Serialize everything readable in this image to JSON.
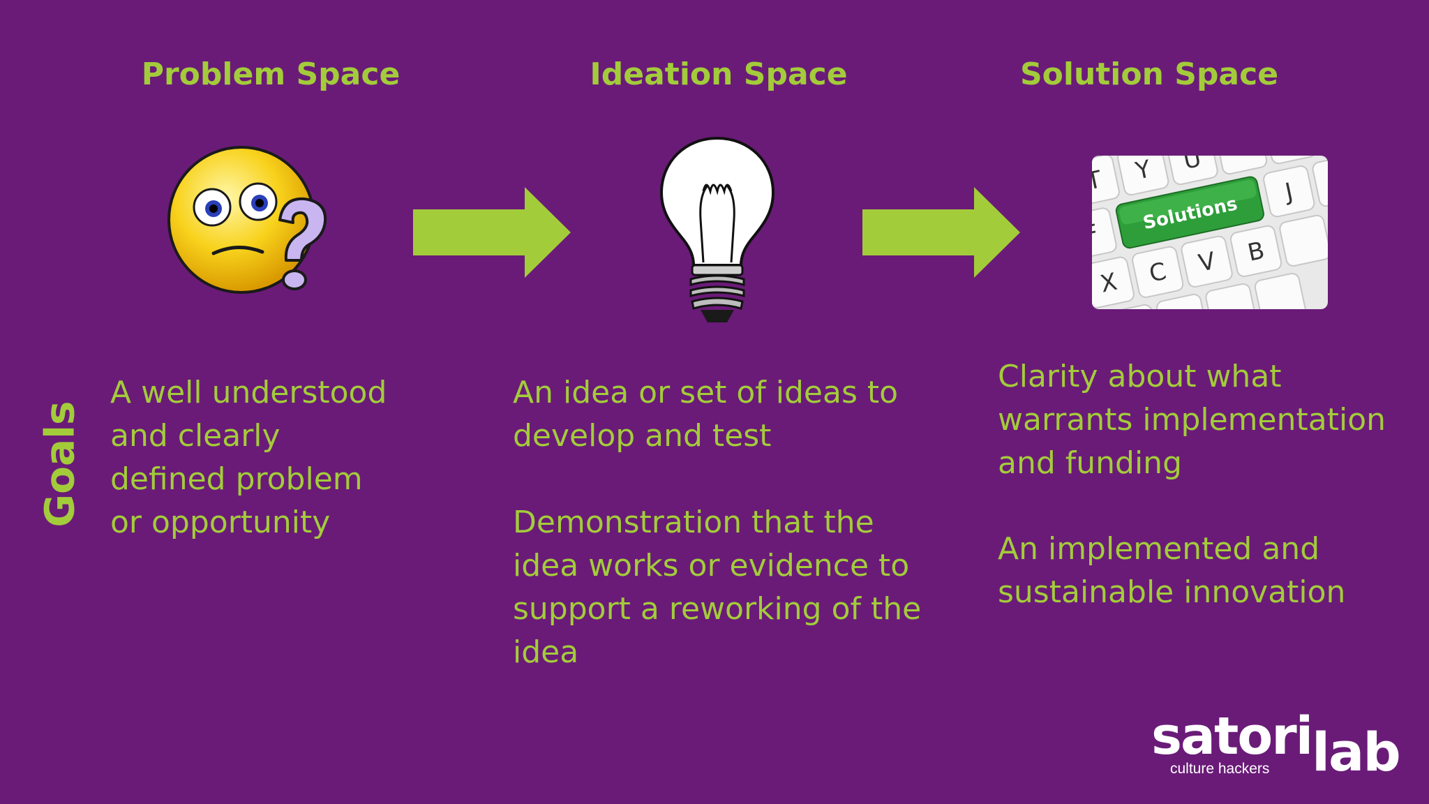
{
  "headings": {
    "problem": "Problem Space",
    "ideation": "Ideation Space",
    "solution": "Solution Space"
  },
  "row_label": "Goals",
  "goals": {
    "problem": "A well understood and clearly defined problem or opportunity",
    "ideation": [
      "An idea or set of ideas to develop and test",
      "Demonstration that the idea works or evidence to support a reworking of the idea"
    ],
    "solution": [
      "Clarity about what warrants implementation and funding",
      "An implemented and sustainable innovation"
    ]
  },
  "icons": {
    "problem": "confused-face-question-icon",
    "ideation": "light-bulb-icon",
    "solution": "solutions-keyboard-image",
    "arrows": "right-arrow-icon"
  },
  "keyboard": {
    "key_label": "Solutions",
    "letters": [
      "T",
      "Y",
      "U",
      "F",
      "J",
      "X",
      "C",
      "V",
      "B"
    ]
  },
  "logo": {
    "word": "satori",
    "word2": "lab",
    "tagline": "culture hackers"
  },
  "colors": {
    "background": "#6a1b78",
    "accent": "#a3cc3a",
    "logo": "#ffffff"
  }
}
